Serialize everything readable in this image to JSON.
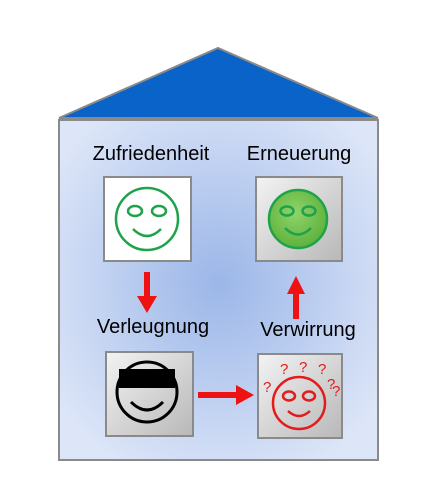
{
  "labels": {
    "top_left": "Zufriedenheit",
    "top_right": "Erneuerung",
    "bottom_left": "Verleugnung",
    "bottom_right": "Verwirrung"
  },
  "question_marks": [
    "?",
    "?",
    "?",
    "?",
    "?",
    "?"
  ],
  "colors": {
    "roof": "#0a63c8",
    "wall_center": "#9bb6e8",
    "wall_edge": "#dde6f8",
    "border": "#8a8a8a",
    "happy_green": "#1fa34a",
    "renewal_fill": "#72c24c",
    "confused_red": "#e41b1b",
    "arrow_red": "#ef1212",
    "black": "#000000"
  },
  "icons": {
    "top_left": "smiley-happy-icon",
    "top_right": "smiley-renewal-icon",
    "bottom_left": "smiley-blindfolded-icon",
    "bottom_right": "smiley-confused-icon"
  }
}
